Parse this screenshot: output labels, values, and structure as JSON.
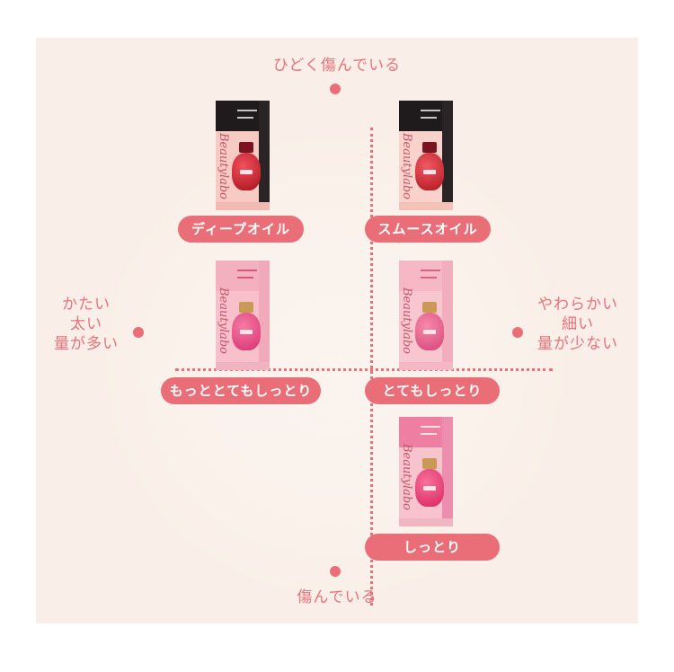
{
  "axis": {
    "top": "ひどく傷んでいる",
    "bottom": "傷んでいる",
    "left": [
      "かたい",
      "太い",
      "量が多い"
    ],
    "right": [
      "やわらかい",
      "細い",
      "量が少ない"
    ]
  },
  "products": [
    {
      "label": "ディープオイル",
      "brand": "Beautylabo",
      "variant": "deep"
    },
    {
      "label": "スムースオイル",
      "brand": "Beautylabo",
      "variant": "smooth"
    },
    {
      "label": "もっととてもしっとり",
      "brand": "Beautylabo",
      "variant": "more-moist"
    },
    {
      "label": "とてもしっとり",
      "brand": "Beautylabo",
      "variant": "very-moist"
    },
    {
      "label": "しっとり",
      "brand": "Beautylabo",
      "variant": "moist"
    }
  ],
  "colors": {
    "accent": "#ea6e77",
    "panel": "#f9efe8",
    "label_text": "#ffffff"
  }
}
